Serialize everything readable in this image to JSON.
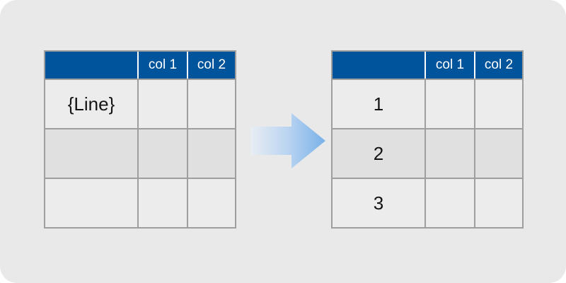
{
  "page": {
    "background": "#ffffff",
    "card_background": "#e9e9e9"
  },
  "colors": {
    "header_blue": "#00549b",
    "header_text": "#ffffff",
    "header_separator": "#ffffff",
    "cell_border_gray": "#9e9e9e",
    "row_light": "#ececec",
    "row_dark": "#e0e0e0",
    "body_text": "#141414",
    "arrow_gradient_start": "#e9edf3",
    "arrow_gradient_end": "#79b1e8"
  },
  "left_table": {
    "headers": [
      "",
      "col 1",
      "col 2"
    ],
    "rows": [
      [
        "{Line}",
        "",
        ""
      ],
      [
        "",
        "",
        ""
      ],
      [
        "",
        "",
        ""
      ]
    ]
  },
  "right_table": {
    "headers": [
      "",
      "col 1",
      "col 2"
    ],
    "rows": [
      [
        "1",
        "",
        ""
      ],
      [
        "2",
        "",
        ""
      ],
      [
        "3",
        "",
        ""
      ]
    ]
  },
  "arrow": {
    "direction": "right"
  }
}
